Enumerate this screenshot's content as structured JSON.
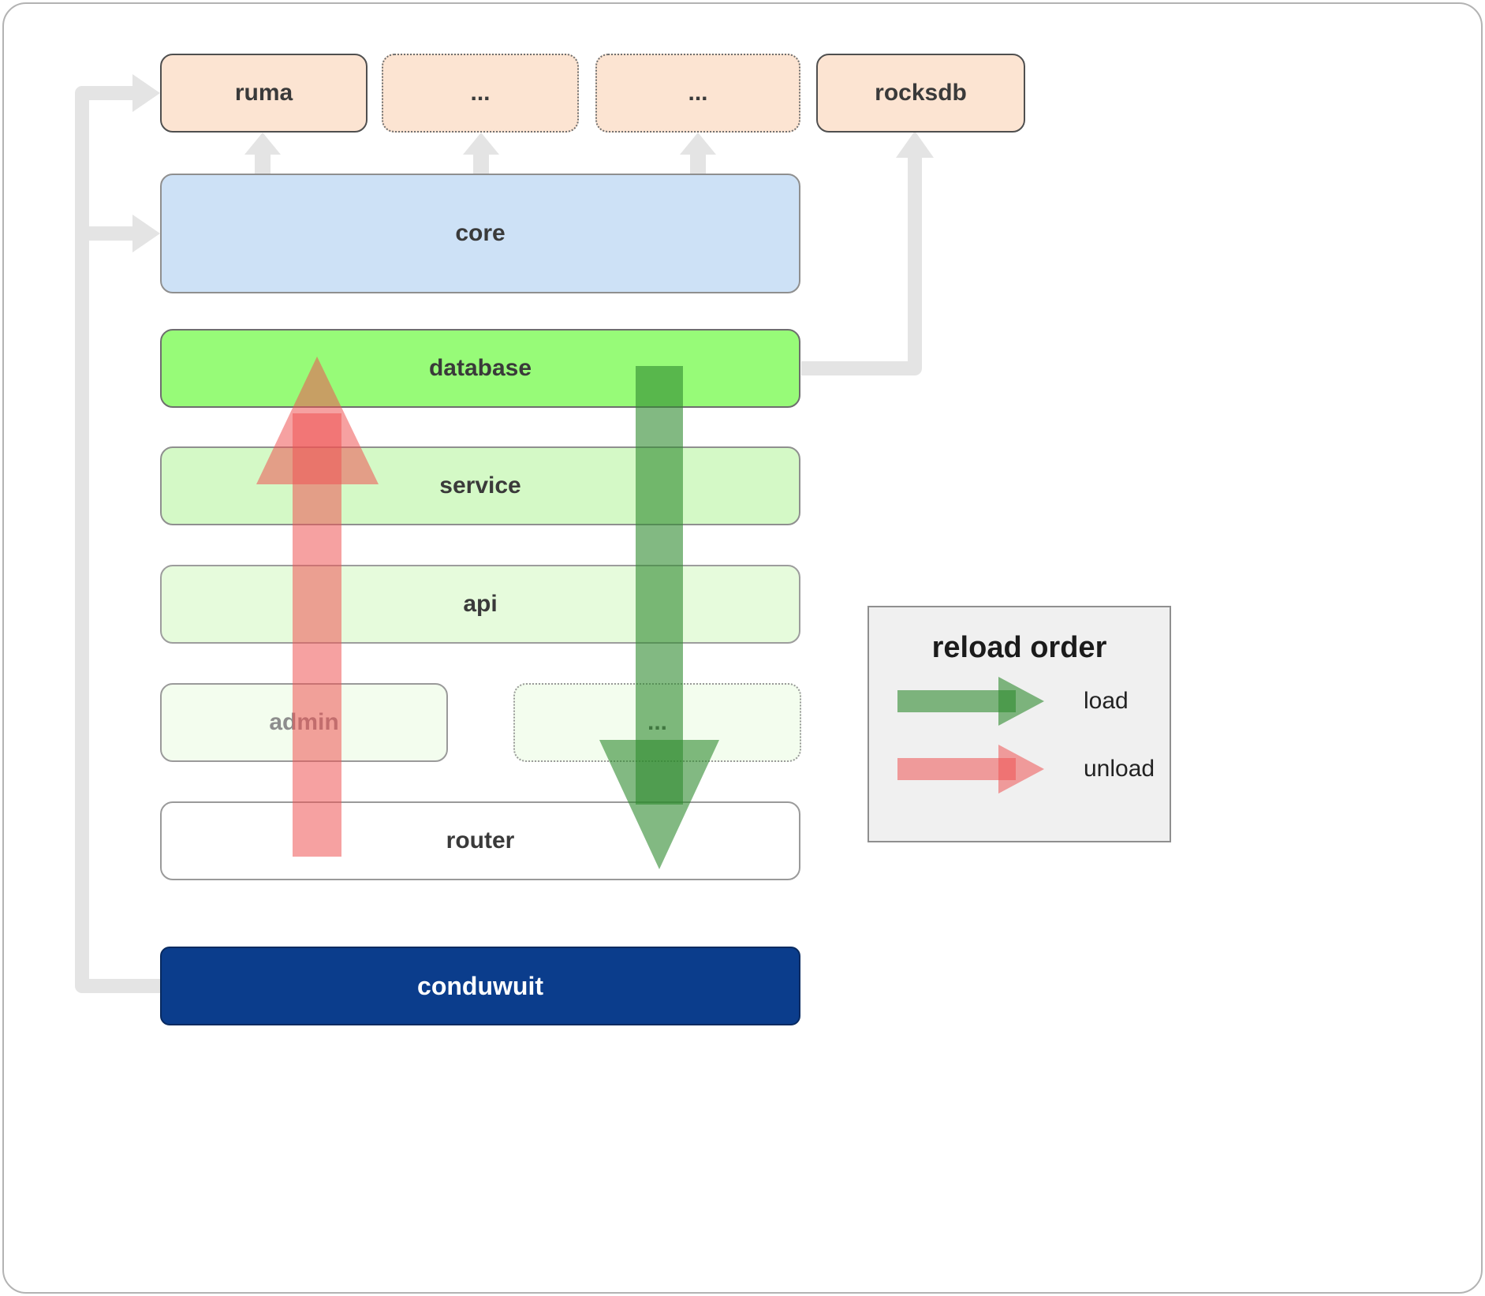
{
  "boxes": {
    "ruma": {
      "label": "ruma"
    },
    "dep_mid_1": {
      "label": "..."
    },
    "dep_mid_2": {
      "label": "..."
    },
    "rocksdb": {
      "label": "rocksdb"
    },
    "core": {
      "label": "core"
    },
    "database": {
      "label": "database"
    },
    "service": {
      "label": "service"
    },
    "api": {
      "label": "api"
    },
    "admin": {
      "label": "admin"
    },
    "admin_more": {
      "label": "..."
    },
    "router": {
      "label": "router"
    },
    "conduwuit": {
      "label": "conduwuit"
    }
  },
  "legend": {
    "title": "reload order",
    "items": [
      {
        "name": "load",
        "label": "load",
        "color": "#2e8b2e"
      },
      {
        "name": "unload",
        "label": "unload",
        "color": "#ee5454"
      }
    ]
  },
  "colors": {
    "dependency_fill": "#fce4d2",
    "core_fill": "#cde1f6",
    "database_fill": "#97fb78",
    "service_fill": "#d4f9c6",
    "api_fill": "#e6fbdc",
    "admin_fill": "#f3fdee",
    "router_fill": "#ffffff",
    "conduwuit_fill": "#0b3d8c",
    "connector_gray": "#e4e4e4",
    "load_arrow": "#2e8b2e",
    "unload_arrow": "#ee5454"
  }
}
